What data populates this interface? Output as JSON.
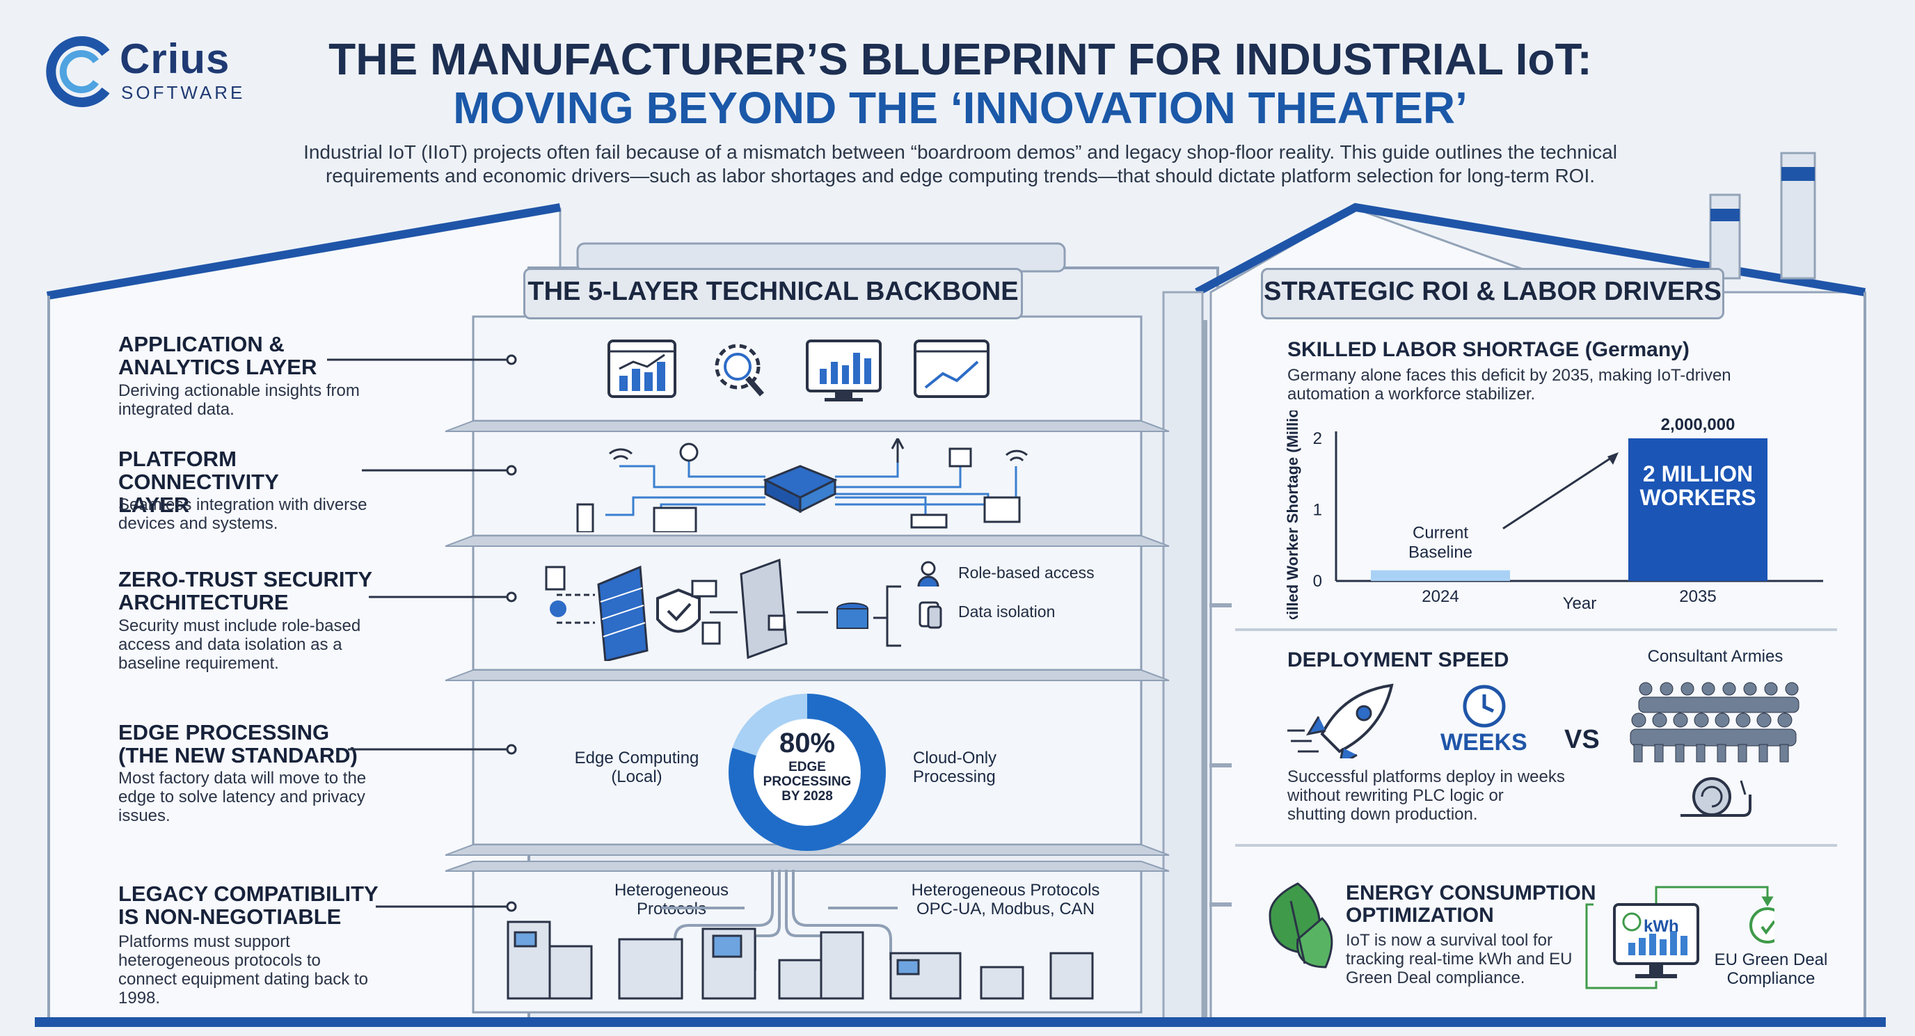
{
  "brand": {
    "name": "Crius",
    "sub": "SOFTWARE"
  },
  "title": {
    "line1": "THE MANUFACTURER’S BLUEPRINT FOR INDUSTRIAL IoT:",
    "line2": "MOVING BEYOND THE ‘INNOVATION THEATER’"
  },
  "intro": "Industrial IoT (IIoT) projects often fail because of a mismatch between “boardroom demos” and legacy shop-floor reality. This guide outlines the technical requirements and economic drivers—such as labor shortages and edge computing trends—that should dictate platform selection for long-term ROI.",
  "backbone": {
    "title": "THE 5-LAYER TECHNICAL BACKBONE",
    "layers": [
      {
        "head": "APPLICATION & ANALYTICS LAYER",
        "desc": "Deriving actionable insights from integrated data."
      },
      {
        "head": "PLATFORM CONNECTIVITY LAYER",
        "desc": "Seamless integration with diverse devices and systems."
      },
      {
        "head": "ZERO-TRUST SECURITY ARCHITECTURE",
        "desc": "Security must include role-based access and data isolation as a baseline requirement."
      },
      {
        "head": "EDGE PROCESSING (THE NEW STANDARD)",
        "desc": "Most factory data will move to the edge to solve latency and privacy issues."
      },
      {
        "head": "LEGACY COMPATIBILITY IS NON-NEGOTIABLE",
        "desc": "Platforms must support heterogeneous protocols to connect equipment dating back to 1998."
      }
    ],
    "security_labels": {
      "role": "Role-based access",
      "isolation": "Data isolation"
    },
    "edge": {
      "left": "Edge Computing (Local)",
      "right": "Cloud-Only Processing",
      "pct": "80%",
      "center": "EDGE PROCESSING BY 2028",
      "value": 0.8
    },
    "legacy": {
      "proto1": "Heterogeneous Protocols",
      "proto2": "Heterogeneous Protocols",
      "proto2_sub": "OPC-UA, Modbus, CAN"
    }
  },
  "roi": {
    "title": "STRATEGIC ROI & LABOR DRIVERS",
    "labor": {
      "title": "SKILLED LABOR SHORTAGE (Germany)",
      "desc": "Germany alone faces this deficit by 2035, making IoT-driven automation a workforce stabilizer."
    },
    "deploy": {
      "title": "DEPLOYMENT SPEED",
      "weeks": "WEEKS",
      "vs": "VS",
      "consultants": "Consultant Armies",
      "desc": "Successful platforms deploy in weeks without rewriting PLC logic or shutting down production."
    },
    "energy": {
      "title": "ENERGY CONSUMPTION OPTIMIZATION",
      "desc": "IoT is now a survival tool for tracking real-time kWh and EU Green Deal compliance.",
      "kwh": "kWh",
      "eu": "EU Green Deal Compliance"
    }
  },
  "chart_data": {
    "type": "bar",
    "categories": [
      "2024",
      "2035"
    ],
    "values": [
      0.15,
      2.0
    ],
    "ylabel": "Skilled Worker Shortage (Millions)",
    "xlabel": "Year",
    "ylim": [
      0,
      2
    ],
    "yticks": [
      "0",
      "1",
      "2"
    ],
    "bar_labels": [
      "Current Baseline",
      "2 MILLION WORKERS"
    ],
    "top_label": "2,000,000",
    "colors": [
      "#a9d1f5",
      "#1b55b5"
    ]
  }
}
